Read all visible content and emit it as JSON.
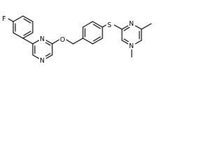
{
  "molecule": {
    "atoms": {
      "fluorine": "F",
      "pyrimidine_n_upper": "N",
      "pyrimidine_n_lower": "N",
      "ether_oxygen": "O",
      "thioether_sulfur": "S",
      "dimethylpyrimidine_n_upper": "N",
      "dimethylpyrimidine_n_lower": "N"
    }
  }
}
